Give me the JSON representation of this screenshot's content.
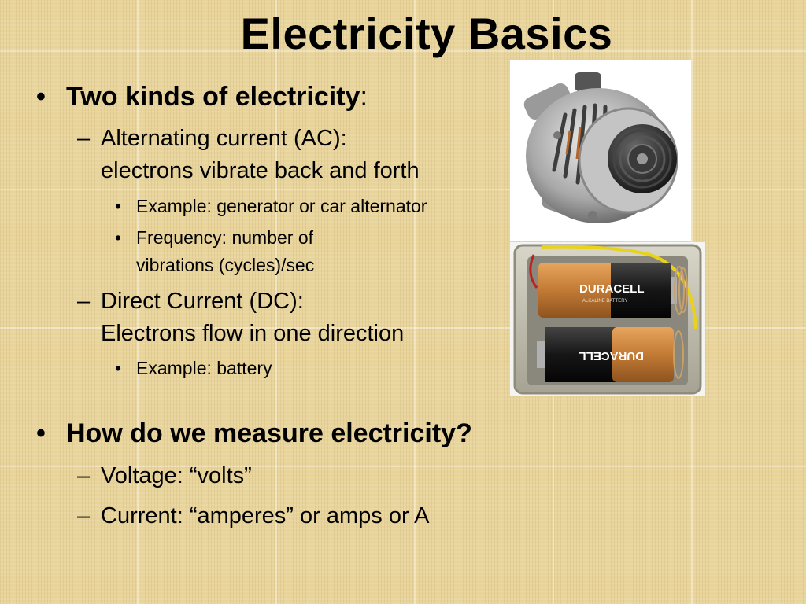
{
  "slide": {
    "title": "Electricity Basics",
    "section1": {
      "heading": "Two kinds of electricity",
      "heading_suffix": ":",
      "ac": {
        "line1": "Alternating current (AC):",
        "line2": "electrons vibrate back and forth",
        "example": "Example: generator or car alternator",
        "frequency_line1": "Frequency: number of",
        "frequency_line2": "vibrations (cycles)/sec"
      },
      "dc": {
        "line1": "Direct Current (DC):",
        "line2": "Electrons flow in one direction",
        "example": "Example: battery"
      }
    },
    "section2": {
      "heading": "How do we measure electricity?",
      "voltage": "Voltage: “volts”",
      "current": "Current: “amperes” or amps or A"
    },
    "markers": {
      "bullet": "•",
      "dash": "–"
    },
    "battery_label": {
      "brand": "DURACELL",
      "subtitle": "ALKALINE BATTERY"
    }
  }
}
